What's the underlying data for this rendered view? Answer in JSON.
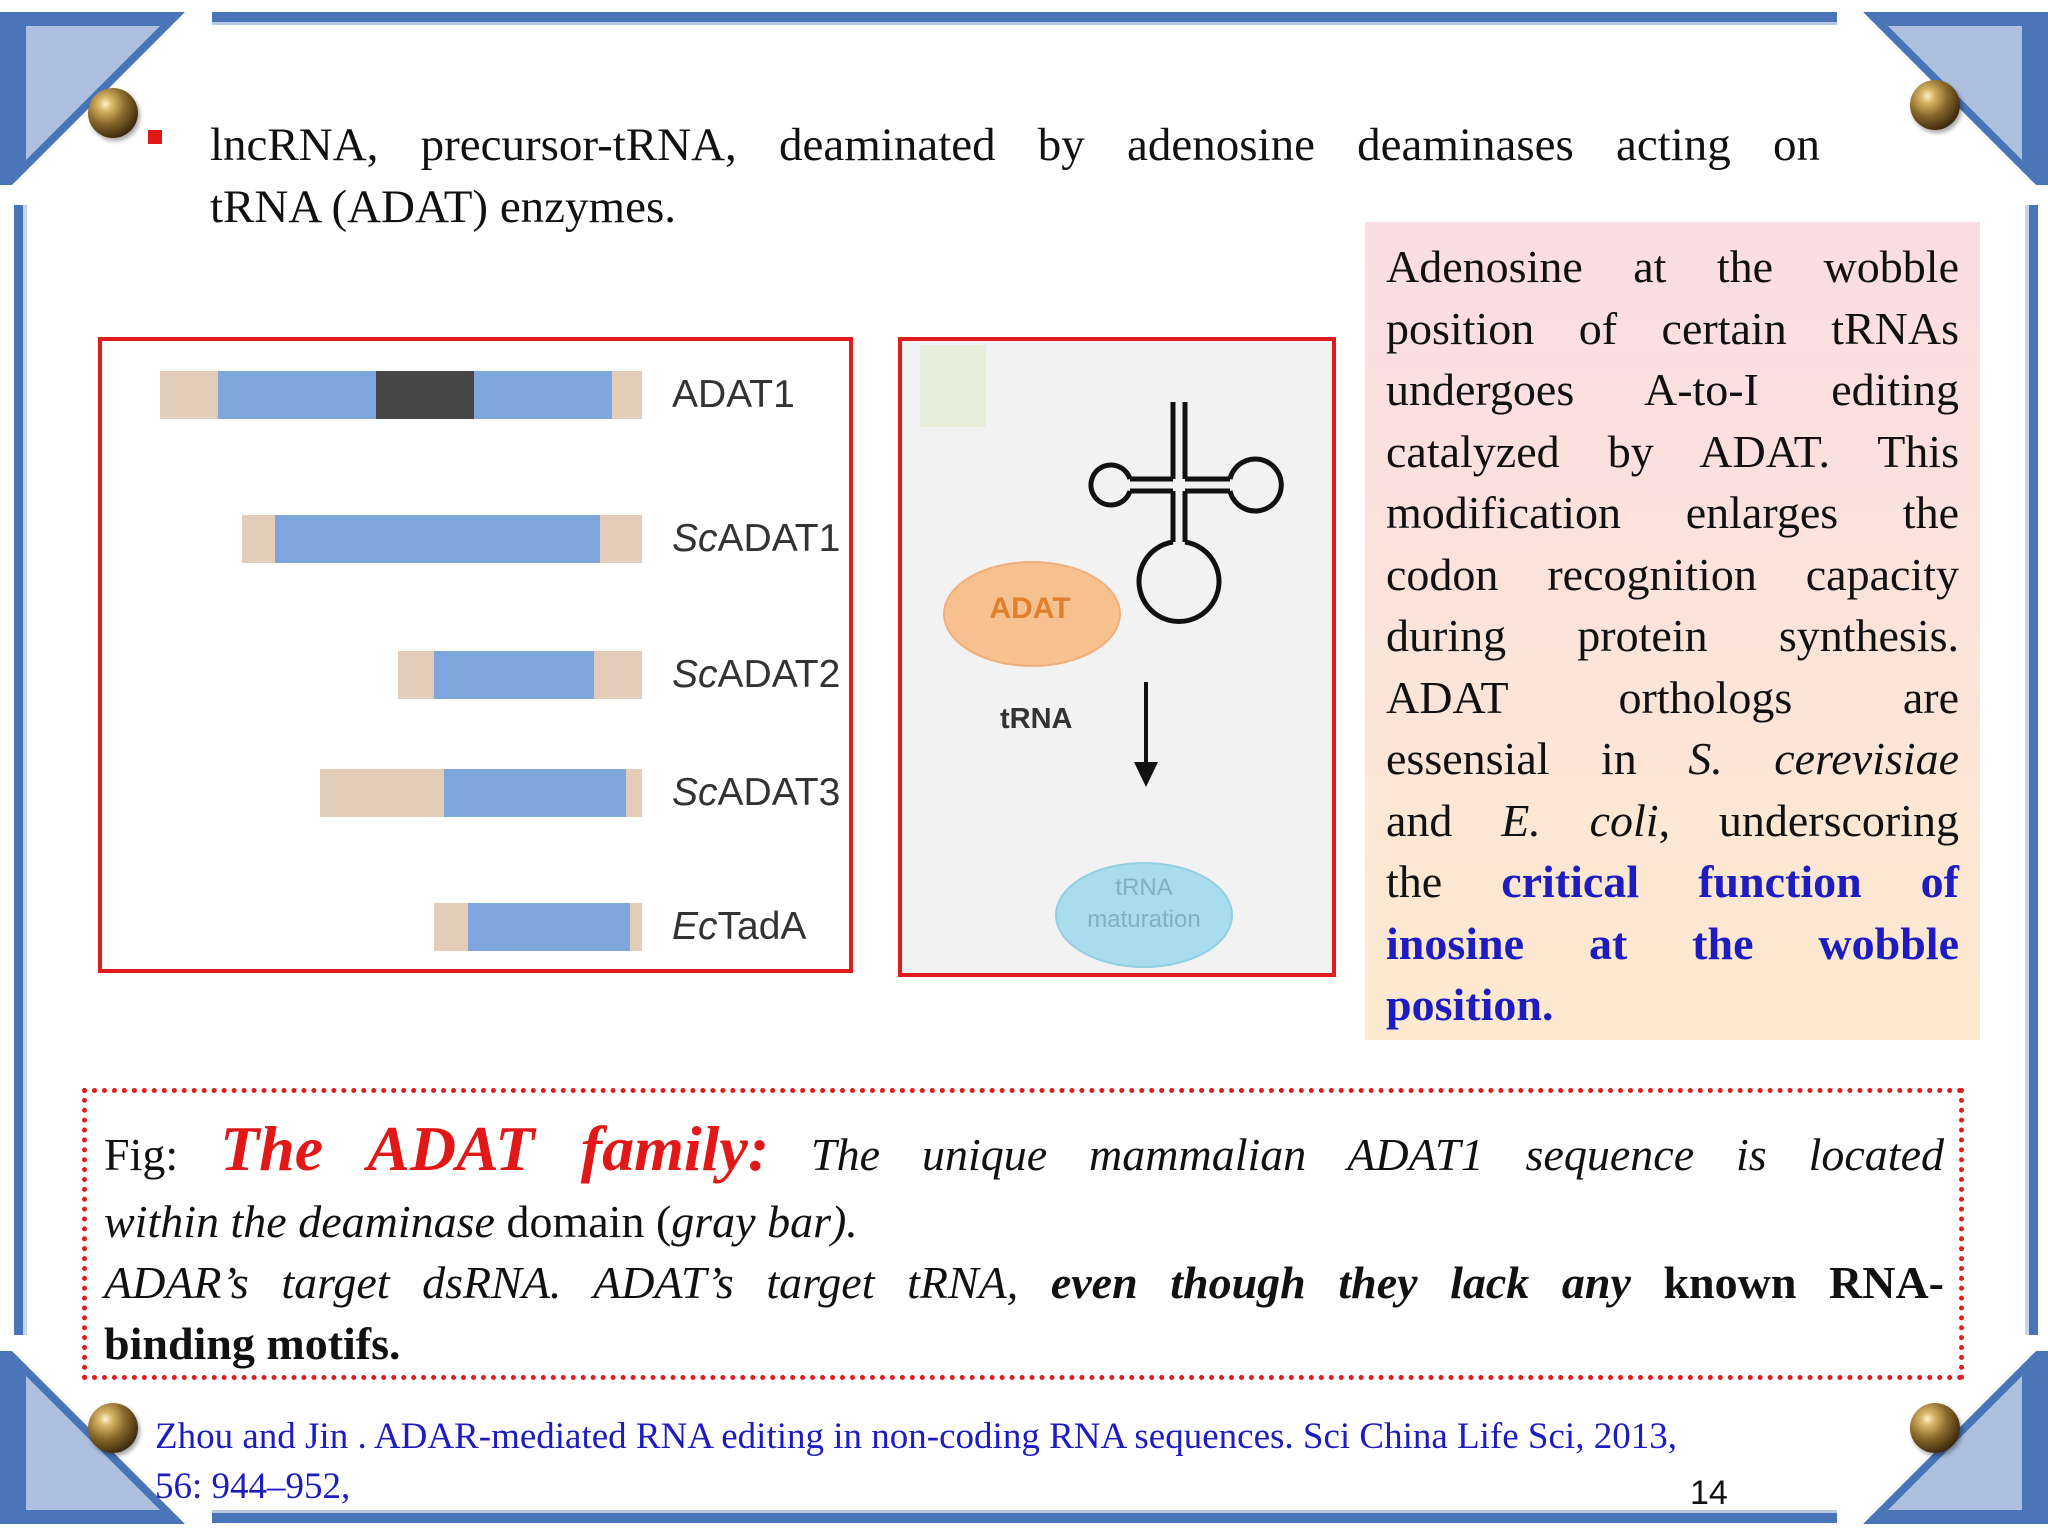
{
  "slide": {
    "bullet_line1": "lncRNA, precursor-tRNA, deaminated by adenosine deaminases acting on",
    "bullet_line2": "tRNA (ADAT) enzymes.",
    "page_number": "14"
  },
  "right_box": {
    "lines": [
      "Adenosine at the wobble",
      "position of certain tRNAs",
      "undergoes A-to-I editing",
      "catalyzed by ADAT. This",
      "modification enlarges the",
      "codon recognition capacity",
      "during protein synthesis.",
      "ADAT orthologs are"
    ],
    "essential_word": "essensial in",
    "species1": "S. cerevisiae",
    "and_word": "and",
    "species2": "E. coli",
    "tail_plain": ", underscoring",
    "the_word": "the",
    "highlight": "critical function of inosine at the wobble position."
  },
  "domain_figure": {
    "rows": [
      {
        "prefix": "",
        "name": "ADAT1"
      },
      {
        "prefix": "Sc",
        "name": "ADAT1"
      },
      {
        "prefix": "Sc",
        "name": "ADAT2"
      },
      {
        "prefix": "Sc",
        "name": "ADAT3"
      },
      {
        "prefix": "Ec",
        "name": "TadA"
      }
    ],
    "colors": {
      "domain": "#7fa6dc",
      "flank": "#e3cdb9",
      "unique": "#444444"
    }
  },
  "pathway_figure": {
    "enzyme": "ADAT",
    "substrate": "tRNA",
    "product_line1": "tRNA",
    "product_line2": "maturation"
  },
  "caption": {
    "fig_label": "Fig:",
    "title": "The ADAT family:",
    "line1_rest": "The unique mammalian ADAT1 sequence is located",
    "line2_italic_a": "within the deaminase",
    "line2_plain": "domain (",
    "line2_italic_b": "gray bar).",
    "line3_italic": "ADAR’s target dsRNA. ADAT’s target tRNA,",
    "line3_bold_italic": "even though they lack any",
    "line3_bold": "known RNA-",
    "line4_bold": "binding motifs."
  },
  "reference": {
    "line1": "Zhou  and Jin . ADAR-mediated RNA editing in non-coding RNA sequences. Sci China Life Sci, 2013,",
    "line2": "56: 944–952,"
  }
}
